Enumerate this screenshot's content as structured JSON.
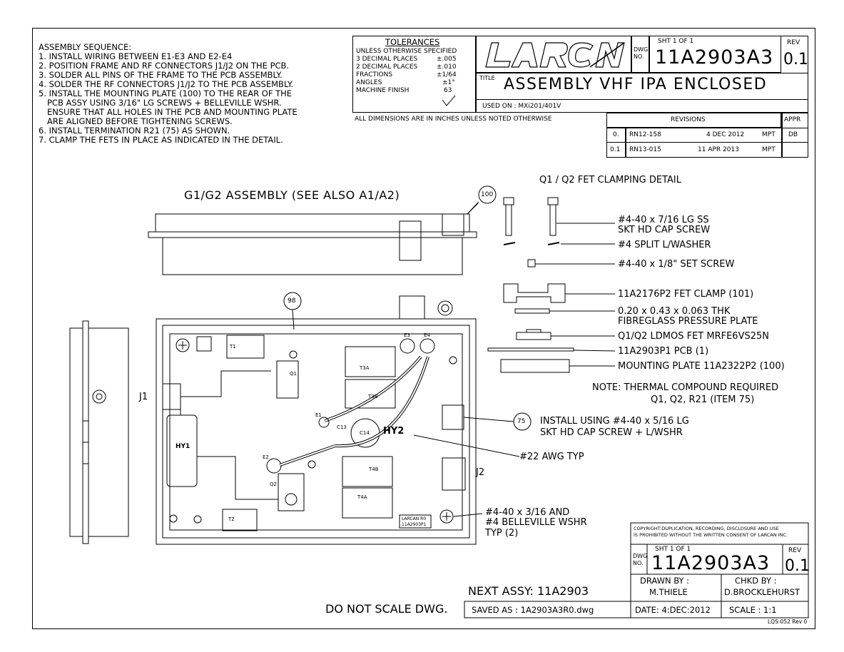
{
  "assembly_sequence": {
    "heading": "ASSEMBLY SEQUENCE:",
    "steps": [
      "1. INSTALL WIRING BETWEEN E1-E3 AND E2-E4",
      "2. POSITION FRAME AND RF CONNECTORS J1/J2 ON THE PCB.",
      "3. SOLDER ALL PINS OF THE FRAME TO THE PCB ASSEMBLY.",
      "4. SOLDER THE RF CONNECTORS J1/J2 TO THE PCB ASSEMBLY.",
      "5. INSTALL THE MOUNTING PLATE (100) TO THE REAR OF THE",
      "PCB ASSY USING 3/16\" LG SCREWS + BELLEVILLE WSHR.",
      "ENSURE THAT ALL HOLES IN THE PCB AND MOUNTING PLATE",
      "ARE ALIGNED BEFORE TIGHTENING SCREWS.",
      "6. INSTALL TERMINATION R21 (75) AS SHOWN.",
      "7. CLAMP THE FETS IN PLACE AS INDICATED IN THE DETAIL."
    ]
  },
  "tolerances": {
    "title": "TOLERANCES",
    "unless": "UNLESS OTHERWISE SPECIFIED",
    "rows": [
      {
        "label": "3 DECIMAL PLACES",
        "value": "±.005"
      },
      {
        "label": "2 DECIMAL PLACES",
        "value": "±.010"
      },
      {
        "label": "FRACTIONS",
        "value": "±1/64"
      },
      {
        "label": "ANGLES",
        "value": "±1°"
      },
      {
        "label": "MACHINE FINISH",
        "value": "63"
      }
    ],
    "dims_note": "ALL DIMENSIONS ARE IN INCHES UNLESS NOTED OTHERWISE"
  },
  "title_block": {
    "logo": "LARCAN",
    "dwg_label": "DWG NO.",
    "sheet": "SHT 1 OF 1",
    "dwg_no": "11A2903A3",
    "rev_label": "REV",
    "rev": "0.1",
    "title_label": "TITLE",
    "title": "ASSEMBLY VHF IPA ENCLOSED",
    "used_on": "USED ON : MXi201/401V"
  },
  "revisions": {
    "header": "REVISIONS",
    "appr_label": "APPR",
    "rows": [
      {
        "rev": "0.",
        "ecn": "RN12-158",
        "date": "4 DEC 2012",
        "by": "MPT",
        "appr": "DB"
      },
      {
        "rev": "0.1",
        "ecn": "RN13-015",
        "date": "11 APR 2013",
        "by": "MPT",
        "appr": ""
      }
    ]
  },
  "drawing": {
    "g1g2_label": "G1/G2 ASSEMBLY (SEE ALSO A1/A2)",
    "balloon_100": "100",
    "balloon_98": "98",
    "balloon_75": "75",
    "j1": "J1",
    "j2": "J2",
    "hy1": "HY1",
    "hy2": "HY2",
    "t1": "T1",
    "t2": "T2",
    "t3a": "T3A",
    "t3b": "T3B",
    "t4a": "T4A",
    "t4b": "T4B",
    "q1": "Q1",
    "q2": "Q2",
    "c13": "C13",
    "c14": "C14",
    "e1": "E1",
    "e2": "E2",
    "e3": "E3",
    "e4": "E4",
    "pcb_mark_1": "LARCAN R0",
    "pcb_mark_2": "11A2903P1",
    "install_note_1": "INSTALL USING #4-40 x 5/16 LG",
    "install_note_2": "SKT HD CAP SCREW + L/WSHR",
    "awg_note": "#22 AWG TYP",
    "screw_note_1": "#4-40 x 3/16 AND",
    "screw_note_2": "#4 BELLEVILLE WSHR",
    "screw_note_3": "TYP (2)"
  },
  "detail": {
    "title": "Q1 / Q2 FET CLAMPING DETAIL",
    "callouts": [
      "#4-40 x 7/16 LG SS",
      "SKT HD CAP SCREW",
      "#4 SPLIT L/WASHER",
      "#4-40 x 1/8\" SET SCREW",
      "11A2176P2 FET CLAMP (101)",
      "0.20 x 0.43 x 0.063 THK",
      "FIBREGLASS PRESSURE PLATE",
      "Q1/Q2 LDMOS FET MRFE6VS25N",
      "11A2903P1 PCB (1)",
      "MOUNTING PLATE 11A2322P2 (100)"
    ],
    "note_1": "NOTE: THERMAL COMPOUND REQUIRED",
    "note_2": "Q1, Q2, R21 (ITEM 75)"
  },
  "bottom_block": {
    "copyright_1": "COPYRIGHT:DUPLICATION, RECORDING, DISCLOSURE AND USE",
    "copyright_2": "IS PROHIBITED WITHOUT THE WRITTEN CONSENT OF LARCAN INC.",
    "dwg_label": "DWG NO.",
    "sheet": "SHT 1 OF 1",
    "dwg_no": "11A2903A3",
    "rev_label": "REV",
    "rev": "0.1",
    "drawn_label": "DRAWN BY :",
    "drawn_by": "M.THIELE",
    "chkd_label": "CHKD BY :",
    "chkd_by": "D.BROCKLEHURST",
    "date": "DATE: 4:DEC:2012",
    "scale": "SCALE : 1:1",
    "next_assy": "NEXT ASSY: 11A2903",
    "saved_as": "SAVED AS : 1A2903A3R0.dwg",
    "do_not_scale": "DO NOT SCALE DWG.",
    "form_no": "LQS-052 Rev 0"
  }
}
